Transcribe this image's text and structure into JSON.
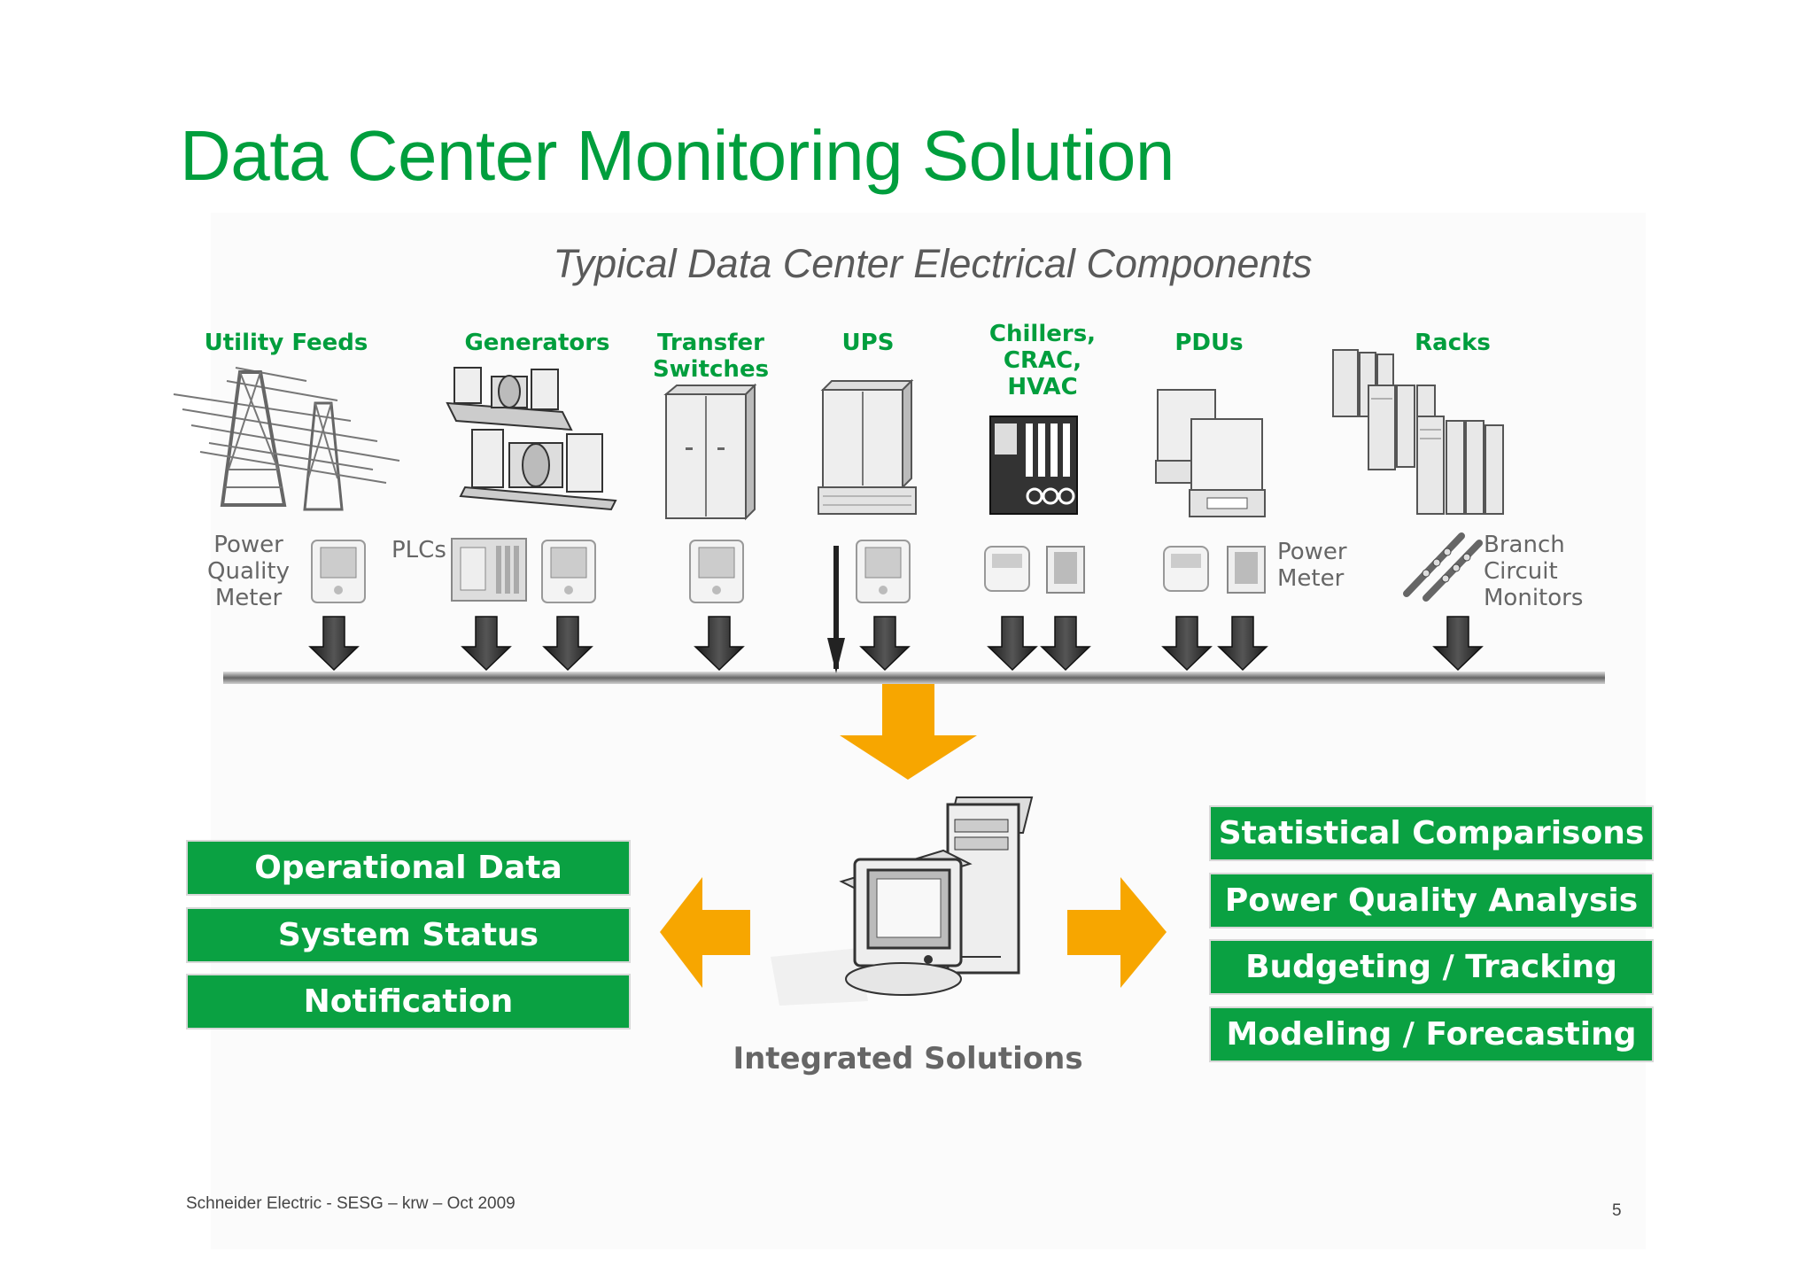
{
  "slide": {
    "title": "Data Center Monitoring Solution",
    "subtitle": "Typical Data Center Electrical Components"
  },
  "categories": [
    {
      "label": "Utility Feeds",
      "icon": "power-transmission-tower-icon"
    },
    {
      "label": "Generators",
      "icon": "generator-icon"
    },
    {
      "label": "Transfer Switches",
      "icon": "transfer-switch-cabinet-icon"
    },
    {
      "label": "UPS",
      "icon": "ups-cabinet-icon"
    },
    {
      "label": "Chillers, CRAC, HVAC",
      "icon": "chiller-unit-icon"
    },
    {
      "label": "PDUs",
      "icon": "pdu-cabinet-icon"
    },
    {
      "label": "Racks",
      "icon": "server-rack-icon"
    }
  ],
  "device_labels": {
    "power_quality_meter": "Power Quality Meter",
    "plcs": "PLCs",
    "power_meter": "Power Meter",
    "branch_circuit_monitors": "Branch Circuit Monitors"
  },
  "left_outputs": [
    "Operational Data",
    "System Status",
    "Notification"
  ],
  "right_outputs": [
    "Statistical Comparisons",
    "Power Quality Analysis",
    "Budgeting / Tracking",
    "Modeling / Forecasting"
  ],
  "center": {
    "label": "Integrated Solutions",
    "icon": "workstation-computer-icon"
  },
  "footer": {
    "text": "Schneider Electric - SESG – krw – Oct 2009",
    "page": "5"
  },
  "colors": {
    "brand_green": "#009e3d",
    "box_green": "#0aa142",
    "arrow_orange": "#f7a600",
    "arrow_dark": "#333333"
  }
}
